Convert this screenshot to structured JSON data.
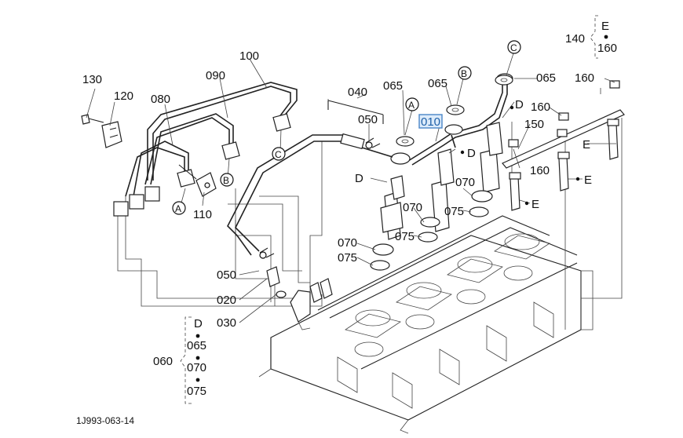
{
  "diagram_id": "1J993-063-14",
  "highlighted_part": "010",
  "part_labels": {
    "p010": "010",
    "p020": "020",
    "p030": "030",
    "p040": "040",
    "p050a": "050",
    "p050b": "050",
    "p060": "060",
    "p065a": "065",
    "p065b": "065",
    "p065c": "065",
    "p070a": "070",
    "p070b": "070",
    "p070c": "070",
    "p075a": "075",
    "p075b": "075",
    "p075c": "075",
    "p080": "080",
    "p090": "090",
    "p100": "100",
    "p110": "110",
    "p120": "120",
    "p130": "130",
    "p140": "140",
    "p150": "150",
    "p160a": "160",
    "p160b": "160",
    "p160c": "160",
    "p160d": "160"
  },
  "set_140": {
    "items": [
      "E",
      "160"
    ]
  },
  "set_060": {
    "items": [
      "D",
      "065",
      "070",
      "075"
    ]
  },
  "markers": {
    "circle_a1": "A",
    "circle_a2": "A",
    "circle_b1": "B",
    "circle_b2": "B",
    "circle_c1": "C",
    "circle_c2": "C",
    "d1": "D",
    "d2": "D",
    "d3": "D",
    "d4": "D",
    "e1": "E",
    "e2": "E",
    "e3": "E"
  },
  "colors": {
    "highlight_fill": "#dcebfa",
    "highlight_stroke": "#4a86c8",
    "line": "#222222"
  }
}
